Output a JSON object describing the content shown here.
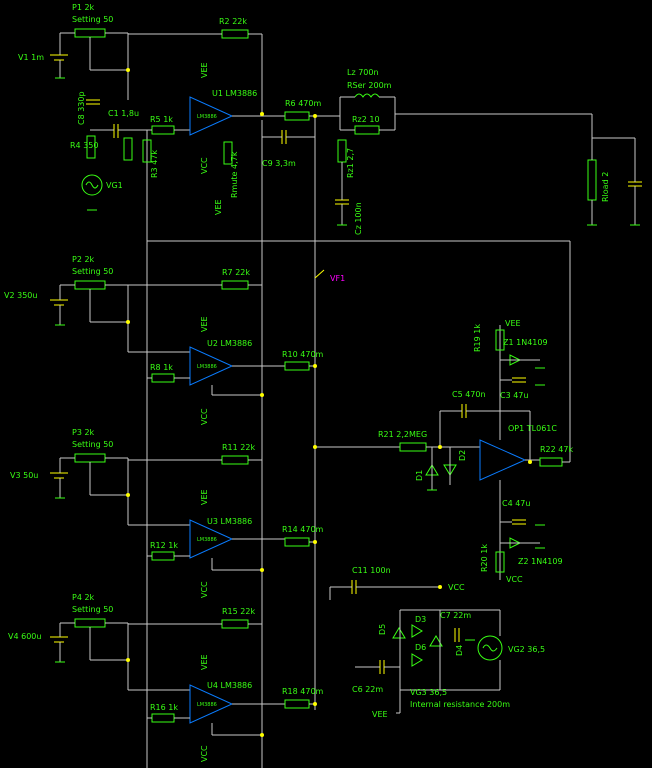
{
  "labels": {
    "p1": "P1 2k",
    "p1s": "Setting 50",
    "v1": "V1 1m",
    "r2": "R2 22k",
    "c8": "C8 330p",
    "c11a": "C1 1,8u",
    "r5": "R5 1k",
    "u1": "U1 LM3886",
    "r4": "R4 350",
    "vg1": "VG1",
    "r3": "R3 47k",
    "rmute": "Rmute 4,7k",
    "r6": "R6 470m",
    "c9": "C9 3,3m",
    "lz": "Lz 700n",
    "rser": "RSer 200m",
    "rz2": "Rz2 10",
    "rz1": "Rz1 2,7",
    "cz": "Cz 100n",
    "rload": "Rload 2",
    "vf1": "VF1",
    "p2": "P2 2k",
    "p2s": "Setting 50",
    "v2": "V2 350u",
    "r7": "R7 22k",
    "u2": "U2 LM3886",
    "r8": "R8 1k",
    "r10": "R10 470m",
    "r19": "R19 1k",
    "z1": "Z1 1N4109",
    "c3": "C3 47u",
    "c5": "C5 470n",
    "op1": "OP1 TL061C",
    "r21": "R21 2,2MEG",
    "r22": "R22 47k",
    "d1": "D1",
    "d2": "D2",
    "p3": "P3 2k",
    "p3s": "Setting 50",
    "v3": "V3 50u",
    "r11": "R11 22k",
    "u3": "U3 LM3886",
    "r12": "R12 1k",
    "r14": "R14 470m",
    "c4": "C4 47u",
    "r20": "R20 1k",
    "z2": "Z2 1N4109",
    "p4": "P4 2k",
    "p4s": "Setting 50",
    "v4": "V4 600u",
    "r15": "R15 22k",
    "u4": "U4 LM3886",
    "r16": "R16 1k",
    "r18": "R18 470m",
    "c11b": "C11 100n",
    "vcc_lbl": "VCC",
    "vee_lbl": "VEE",
    "d3": "D3",
    "d4": "D4",
    "d5": "D5",
    "d6": "D6",
    "c7": "C7 22m",
    "c6": "C6 22m",
    "vg2": "VG2 36,5",
    "vg3": "VG3 36,5",
    "irs": "Internal resistance 200m",
    "chip": "LM3886"
  },
  "colors": {
    "bg": "#000000",
    "label": "#39ff14",
    "wire": "#c8c8c8",
    "opamp": "#0a7cff",
    "probe": "#ff00ff"
  }
}
